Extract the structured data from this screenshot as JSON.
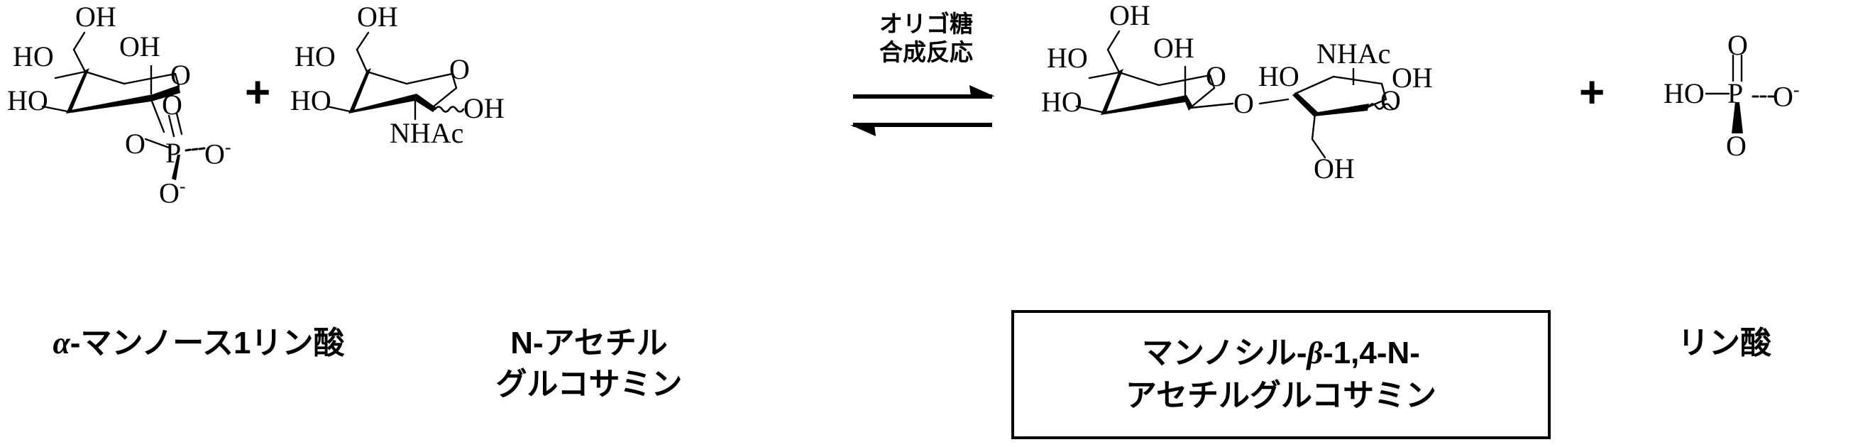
{
  "diagram": {
    "title_text_present": false,
    "background": "#ffffff",
    "ink": "#000000"
  },
  "reaction": {
    "caption_line1": "オリゴ糖",
    "caption_line2": "合成反応",
    "arrow_type": "equilibrium-double-arrow",
    "plus_left": "+",
    "plus_right": "+"
  },
  "reactant1": {
    "name_label": "α-マンノース1リン酸",
    "name_prefix_greek": "α",
    "name_rest": "-マンノース1リン酸",
    "atoms": {
      "oh_top": "OH",
      "oh_anomeric": "OH",
      "ho_upper_left": "HO",
      "ho_lower_left": "HO",
      "ring_o": "O",
      "ester_o": "O",
      "p": "P",
      "o_double": "O",
      "o_minus_right": "O",
      "o_minus_right_charge": "-",
      "o_minus_bottom": "O",
      "o_minus_bottom_charge": "-"
    }
  },
  "reactant2": {
    "name_label_line1": "N-アセチル",
    "name_label_line2": "グルコサミン",
    "atoms": {
      "oh_top": "OH",
      "ho_upper_left": "HO",
      "ho_lower_left": "HO",
      "ring_o": "O",
      "nhac": "NHAc",
      "oh_anomeric": "OH"
    }
  },
  "product": {
    "boxed_label_line1": "マンノシル-β-1,4-N-",
    "boxed_label_line2": "アセチルグルコサミン",
    "boxed_label_l1_a": "マンノシル-",
    "boxed_label_l1_greek": "β",
    "boxed_label_l1_b": "-1,4-N-",
    "atoms": {
      "oh_top_left": "OH",
      "oh_c2_left": "OH",
      "ho_upper_left": "HO",
      "ho_lower_left": "HO",
      "ring_o_left": "O",
      "glycosidic_o": "O",
      "ho_right_ring": "HO",
      "nhac_right": "NHAc",
      "oh_anomeric_right": "OH",
      "ring_o_right": "O",
      "oh_bottom_right": "OH"
    }
  },
  "byproduct": {
    "name_label": "リン酸",
    "atoms": {
      "ho": "HO",
      "p": "P",
      "o_double_top": "O",
      "o_minus_right": "O",
      "o_minus_right_charge": "-",
      "o_bottom": "O"
    }
  }
}
